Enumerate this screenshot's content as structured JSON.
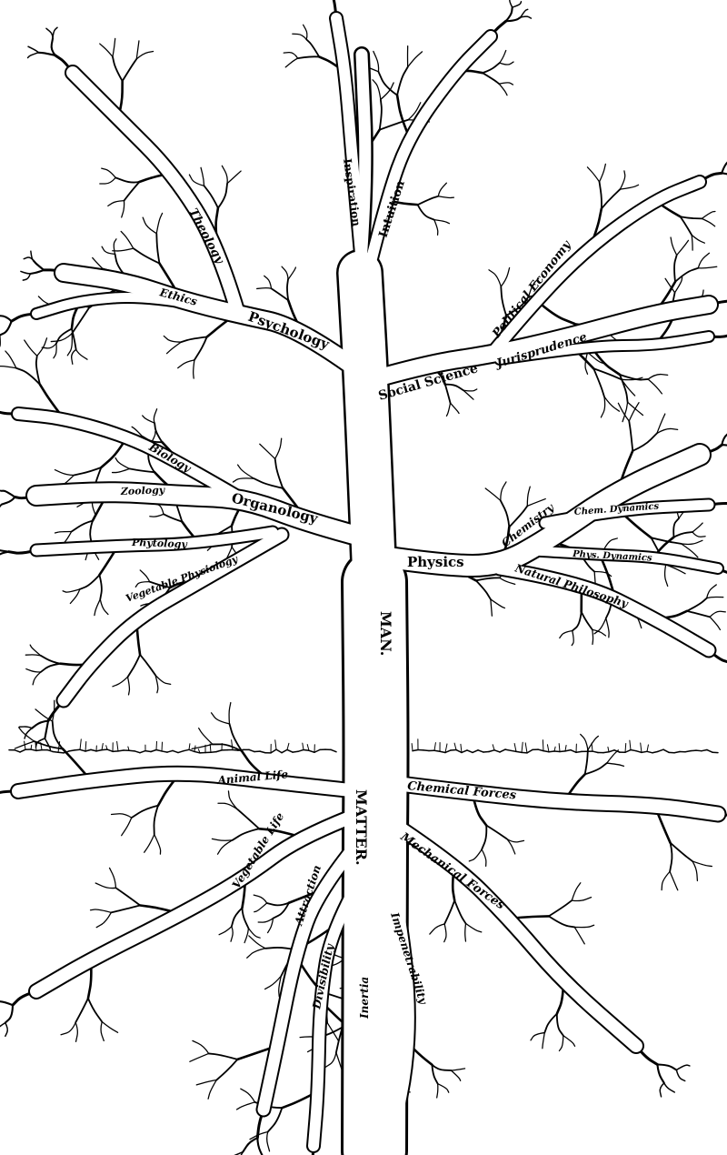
{
  "colors": {
    "ink": "#000000",
    "paper": "#ffffff"
  },
  "labels": {
    "theology": "Theology",
    "ethics": "Ethics",
    "psychology": "Psychology",
    "inspiration": "Inspiration",
    "intuition": "Intuition",
    "political_economy": "Political Economy",
    "jurisprudence": "Jurisprudence",
    "social_science": "Social Science",
    "biology": "Biology",
    "zoology": "Zoology",
    "organology": "Organology",
    "phytology": "Phytology",
    "vegetable_physiology": "Vegetable Physiology",
    "chemistry": "Chemistry",
    "chem_dynamics": "Chem. Dynamics",
    "phys_dynamics": "Phys. Dynamics",
    "physics": "Physics",
    "natural_philosophy": "Natural Philosophy",
    "man": "MAN.",
    "matter": "MATTER.",
    "animal_life": "Animal Life",
    "vegetable_life": "Vegetable Life",
    "attraction": "Attraction",
    "divisibility": "Divisibility",
    "inertia": "Inertia",
    "impenetrability": "Impenetrability",
    "chemical_forces": "Chemical Forces",
    "mechanical_forces": "Mechanical Forces"
  }
}
